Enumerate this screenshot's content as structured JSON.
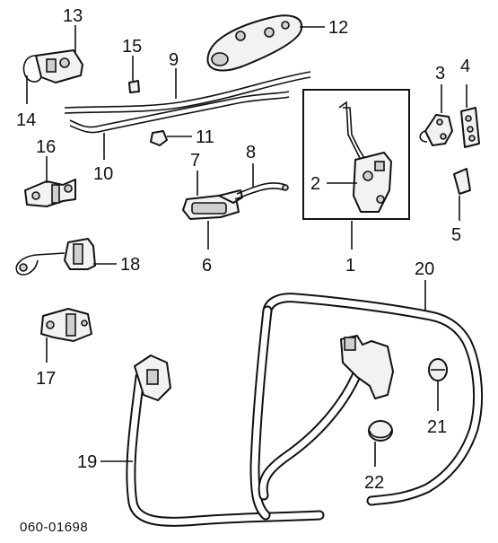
{
  "diagram_code": "060-01698",
  "callouts": {
    "p1": "1",
    "p2": "2",
    "p3": "3",
    "p4": "4",
    "p5": "5",
    "p6": "6",
    "p7": "7",
    "p8": "8",
    "p9": "9",
    "p10": "10",
    "p11": "11",
    "p12": "12",
    "p13": "13",
    "p14": "14",
    "p15": "15",
    "p16": "16",
    "p17": "17",
    "p18": "18",
    "p19": "19",
    "p20": "20",
    "p21": "21",
    "p22": "22"
  }
}
